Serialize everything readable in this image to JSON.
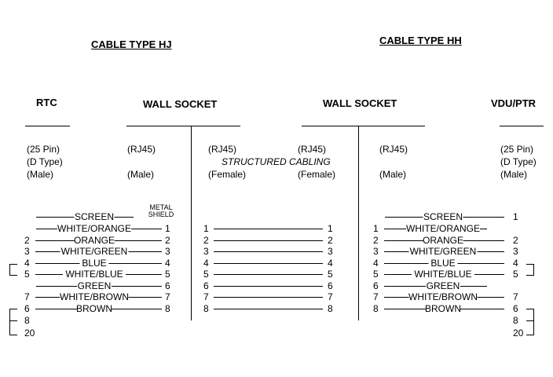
{
  "headings": {
    "cable_hj": "CABLE TYPE HJ",
    "cable_hh": "CABLE TYPE HH",
    "rtc": "RTC",
    "wall_socket_left": "WALL SOCKET",
    "wall_socket_right": "WALL SOCKET",
    "vdu_ptr": "VDU/PTR"
  },
  "connectors": {
    "rtc": [
      "(25 Pin)",
      "(D Type)",
      "(Male)"
    ],
    "ws_left": [
      "(RJ45)",
      "(Male)"
    ],
    "structured_left": [
      "(RJ45)",
      "(Female)"
    ],
    "structured_right": [
      "(RJ45)",
      "(Female)"
    ],
    "structured_label": "STRUCTURED CABLING",
    "ws_right": [
      "(RJ45)",
      "(Male)"
    ],
    "vdu": [
      "(25 Pin)",
      "(D Type)",
      "(Male)"
    ]
  },
  "metal_shield": [
    "METAL",
    "SHIELD"
  ],
  "hj_wires": [
    {
      "left": "",
      "label": "SCREEN",
      "right": ""
    },
    {
      "left": "",
      "label": "WHITE/ORANGE",
      "right": "1"
    },
    {
      "left": "2",
      "label": "ORANGE",
      "right": "2"
    },
    {
      "left": "3",
      "label": "WHITE/GREEN",
      "right": "3"
    },
    {
      "left": "4",
      "label": "BLUE",
      "right": "4"
    },
    {
      "left": "5",
      "label": "WHITE/BLUE",
      "right": "5"
    },
    {
      "left": "",
      "label": "GREEN",
      "right": "6"
    },
    {
      "left": "7",
      "label": "WHITE/BROWN",
      "right": "7"
    },
    {
      "left": "6",
      "label": "BROWN",
      "right": "8"
    },
    {
      "left": "8",
      "label": "",
      "right": ""
    },
    {
      "left": "20",
      "label": "",
      "right": ""
    }
  ],
  "sc_pins": [
    "1",
    "2",
    "3",
    "4",
    "5",
    "6",
    "7",
    "8"
  ],
  "hh_wires": [
    {
      "left": "",
      "label": "SCREEN",
      "right": "1"
    },
    {
      "left": "1",
      "label": "WHITE/ORANGE",
      "right": ""
    },
    {
      "left": "2",
      "label": "ORANGE",
      "right": "2"
    },
    {
      "left": "3",
      "label": "WHITE/GREEN",
      "right": "3"
    },
    {
      "left": "4",
      "label": "BLUE",
      "right": "4"
    },
    {
      "left": "5",
      "label": "WHITE/BLUE",
      "right": "5"
    },
    {
      "left": "6",
      "label": "GREEN",
      "right": ""
    },
    {
      "left": "7",
      "label": "WHITE/BROWN",
      "right": "7"
    },
    {
      "left": "8",
      "label": "BROWN",
      "right": "6"
    },
    {
      "left": "",
      "label": "",
      "right": "8"
    },
    {
      "left": "",
      "label": "",
      "right": "20"
    }
  ]
}
